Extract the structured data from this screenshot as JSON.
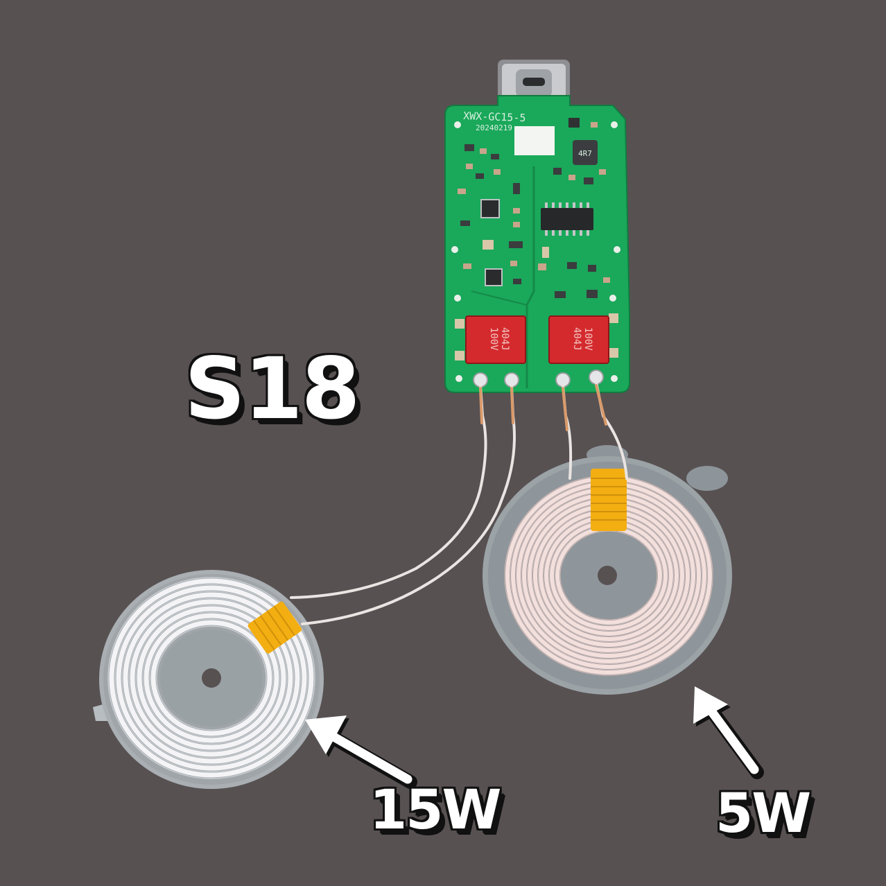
{
  "labels": {
    "product": "S18",
    "coil_small": "15W",
    "coil_large": "5W"
  },
  "pcb": {
    "model": "XWX-GC15-5",
    "date": "20240219",
    "inductor": "4R7",
    "capacitor_code": "404J",
    "capacitor_voltage": "100V"
  },
  "colors": {
    "background": "#585152",
    "pcb": "#1aa85a",
    "capacitor": "#d42a2e",
    "coil_tape": "#f3ae12",
    "label_text": "#ffffff"
  }
}
